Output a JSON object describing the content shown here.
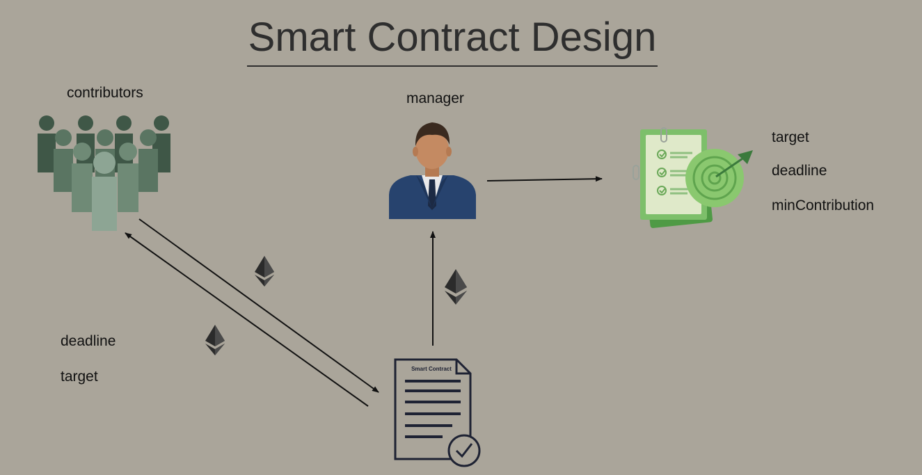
{
  "slide": {
    "title": "Smart Contract Design"
  },
  "nodes": {
    "contributors": {
      "label": "contributors"
    },
    "manager": {
      "label": "manager"
    },
    "campaign_params": {
      "items": [
        "target",
        "deadline",
        "minContribution"
      ]
    },
    "contract_params": {
      "items": [
        "deadline",
        "target"
      ]
    },
    "smart_contract": {
      "doc_title": "Smart Contract"
    }
  },
  "icons": {
    "contributors": "people-group-icon",
    "manager": "businessman-icon",
    "campaign": "goal-checklist-icon",
    "contract": "smart-contract-document-icon",
    "ether": "ethereum-icon"
  },
  "colors": {
    "background": "#aaa59a",
    "arrow": "#111111",
    "people_dark": "#3f5747",
    "people_light": "#8da594",
    "suit": "#27436e",
    "skin": "#c48a62",
    "hair": "#3a2a1f",
    "green": "#7dbf6a",
    "doc_outline": "#1e2233"
  }
}
